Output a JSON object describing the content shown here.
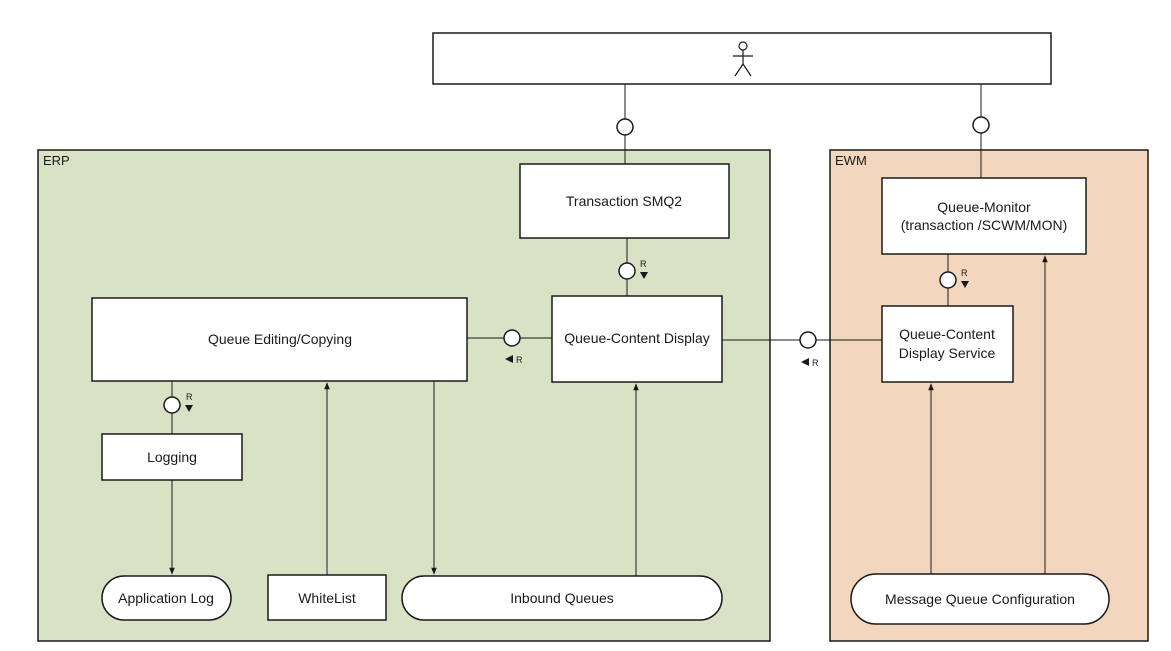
{
  "regions": {
    "erp": "ERP",
    "ewm": "EWM"
  },
  "colors": {
    "erp_fill": "#d9e2c5",
    "ewm_fill": "#f2d6bd",
    "stroke": "#1a1a1a"
  },
  "components": {
    "transaction_smq2": "Transaction SMQ2",
    "queue_editing": "Queue Editing/Copying",
    "queue_content_display": "Queue-Content Display",
    "logging": "Logging",
    "application_log": "Application Log",
    "whitelist": "WhiteList",
    "inbound_queues": "Inbound Queues",
    "queue_monitor_line1": "Queue-Monitor",
    "queue_monitor_line2": "(transaction /SCWM/MON)",
    "qcd_service_line1": "Queue-Content",
    "qcd_service_line2": "Display Service",
    "message_queue_config": "Message Queue Configuration"
  },
  "connector_label": "R",
  "icons": {
    "user": "stick-figure-icon"
  }
}
